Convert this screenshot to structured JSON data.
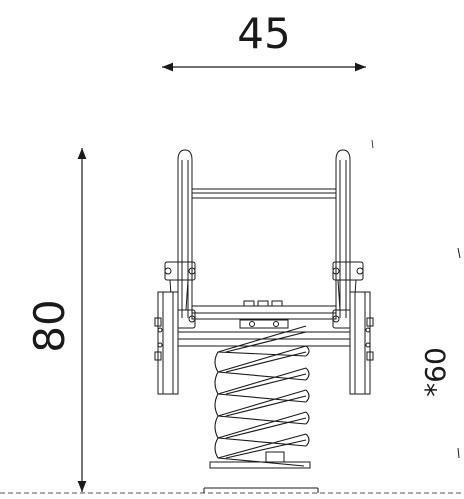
{
  "dimensions": {
    "width_label": "45",
    "height_label": "80",
    "free_height_label": "*60"
  }
}
